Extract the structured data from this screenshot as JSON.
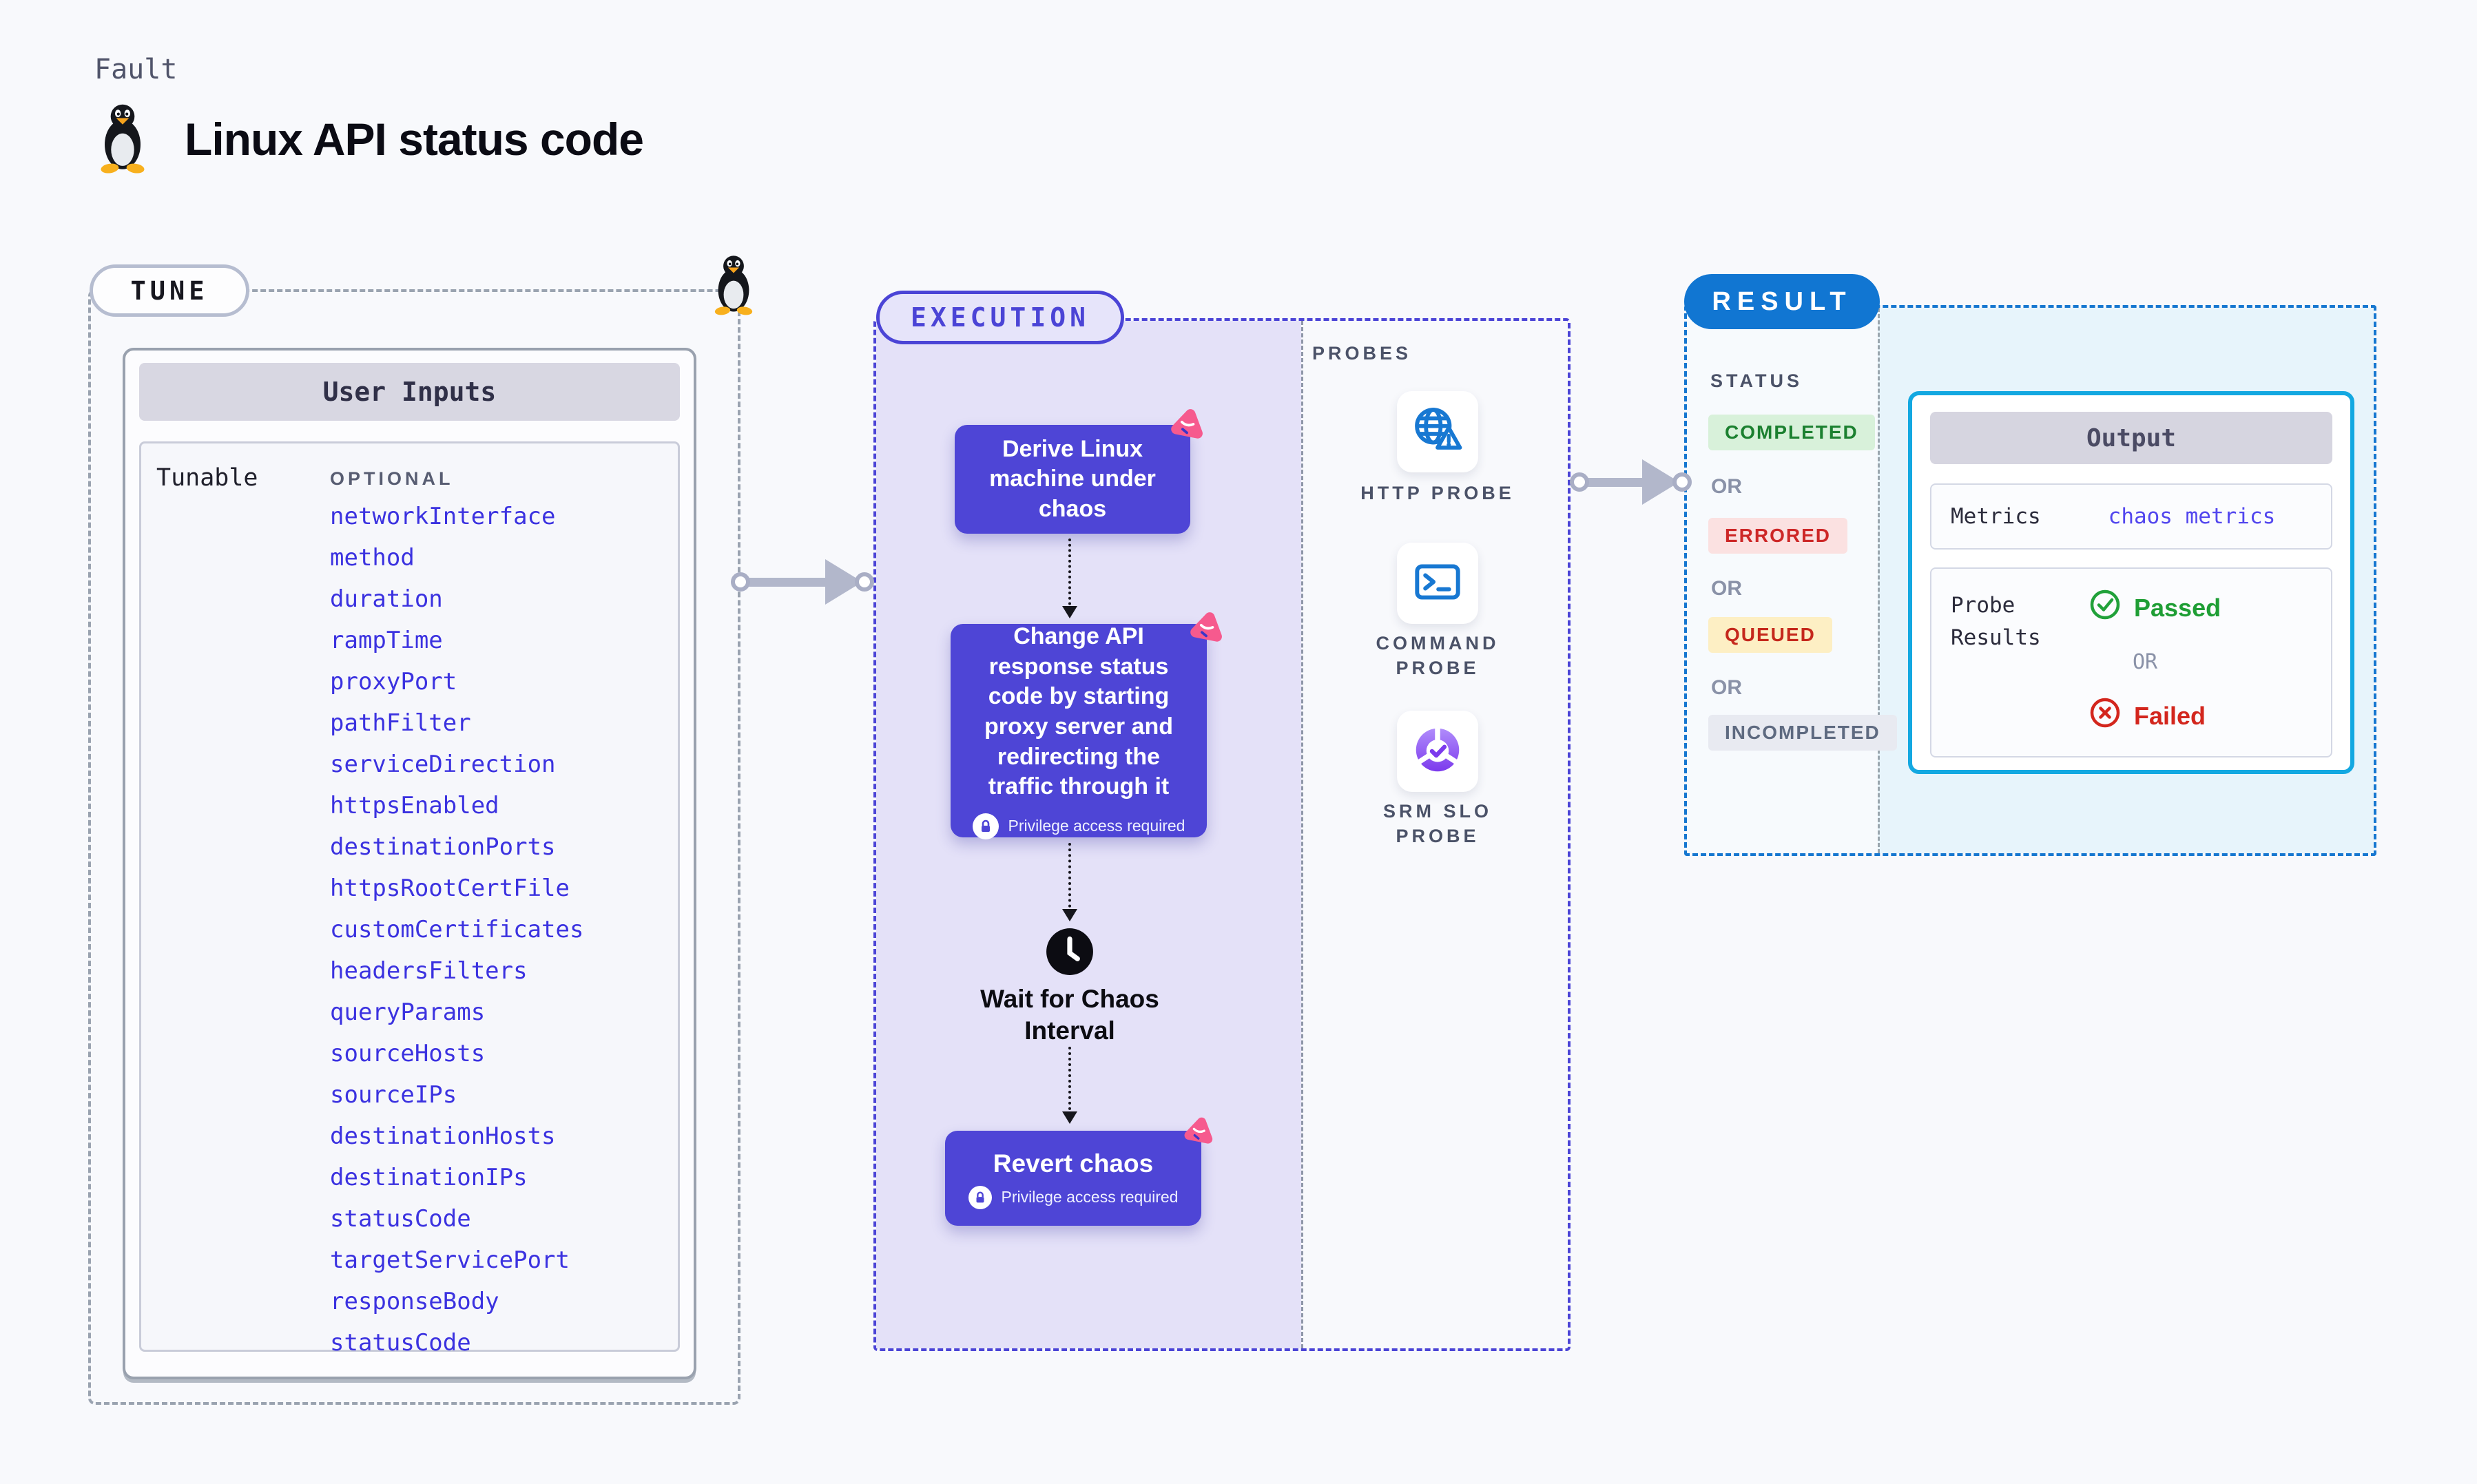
{
  "header": {
    "eyebrow": "Fault",
    "title": "Linux API status code"
  },
  "tune": {
    "label": "TUNE",
    "card_title": "User Inputs",
    "row_label": "Tunable",
    "optional_label": "OPTIONAL",
    "tunables": [
      "networkInterface",
      "method",
      "duration",
      "rampTime",
      "proxyPort",
      "pathFilter",
      "serviceDirection",
      "httpsEnabled",
      "destinationPorts",
      "httpsRootCertFile",
      "customCertificates",
      "headersFilters",
      "queryParams",
      "sourceHosts",
      "sourceIPs",
      "destinationHosts",
      "destinationIPs",
      "statusCode",
      "targetServicePort",
      "responseBody",
      "statusCode"
    ]
  },
  "execution": {
    "label": "EXECUTION",
    "step1": {
      "title": "Derive Linux machine under chaos"
    },
    "step2": {
      "title": "Change API response status code by starting proxy server and redirecting the traffic through it",
      "privilege": "Privilege access required"
    },
    "wait_step": {
      "title": "Wait for Chaos Interval"
    },
    "revert_step": {
      "title": "Revert chaos",
      "privilege": "Privilege access required"
    }
  },
  "probes": {
    "label": "PROBES",
    "items": [
      {
        "label": "HTTP PROBE",
        "icon": "globe-warning-icon"
      },
      {
        "label": "COMMAND PROBE",
        "icon": "terminal-icon"
      },
      {
        "label": "SRM SLO PROBE",
        "icon": "slo-donut-check-icon"
      }
    ]
  },
  "result": {
    "label": "RESULT",
    "status_label": "STATUS",
    "or": "OR",
    "statuses": [
      {
        "label": "COMPLETED",
        "text_color": "#1c8030",
        "bg": "#d8f1da"
      },
      {
        "label": "ERRORED",
        "text_color": "#cd2727",
        "bg": "#fbe1e1"
      },
      {
        "label": "QUEUED",
        "text_color": "#c5281c",
        "bg": "#fdefc4"
      },
      {
        "label": "INCOMPLETED",
        "text_color": "#5e6a80",
        "bg": "#e8eaf1"
      }
    ],
    "output": {
      "title": "Output",
      "metrics_label": "Metrics",
      "metrics_value": "chaos metrics",
      "probe_results_label": "Probe Results",
      "passed": "Passed",
      "or": "OR",
      "failed": "Failed"
    }
  },
  "colors": {
    "page_bg": "#f8f9fc",
    "accent_indigo": "#4b44d6",
    "step_purple": "#4e45d6",
    "lavender_bg": "#e4e1f8",
    "chaos_pink": "#f65a8e",
    "tunable_link_blue": "#3b32e0",
    "probe_icon_blue": "#1878d2",
    "slo_purple": "#7c3aed",
    "result_blue": "#1176d2",
    "output_cyan": "#13a8e1",
    "passed_green": "#1f9e35",
    "failed_red": "#d3261d",
    "connector_gray": "#b2b7cb"
  }
}
